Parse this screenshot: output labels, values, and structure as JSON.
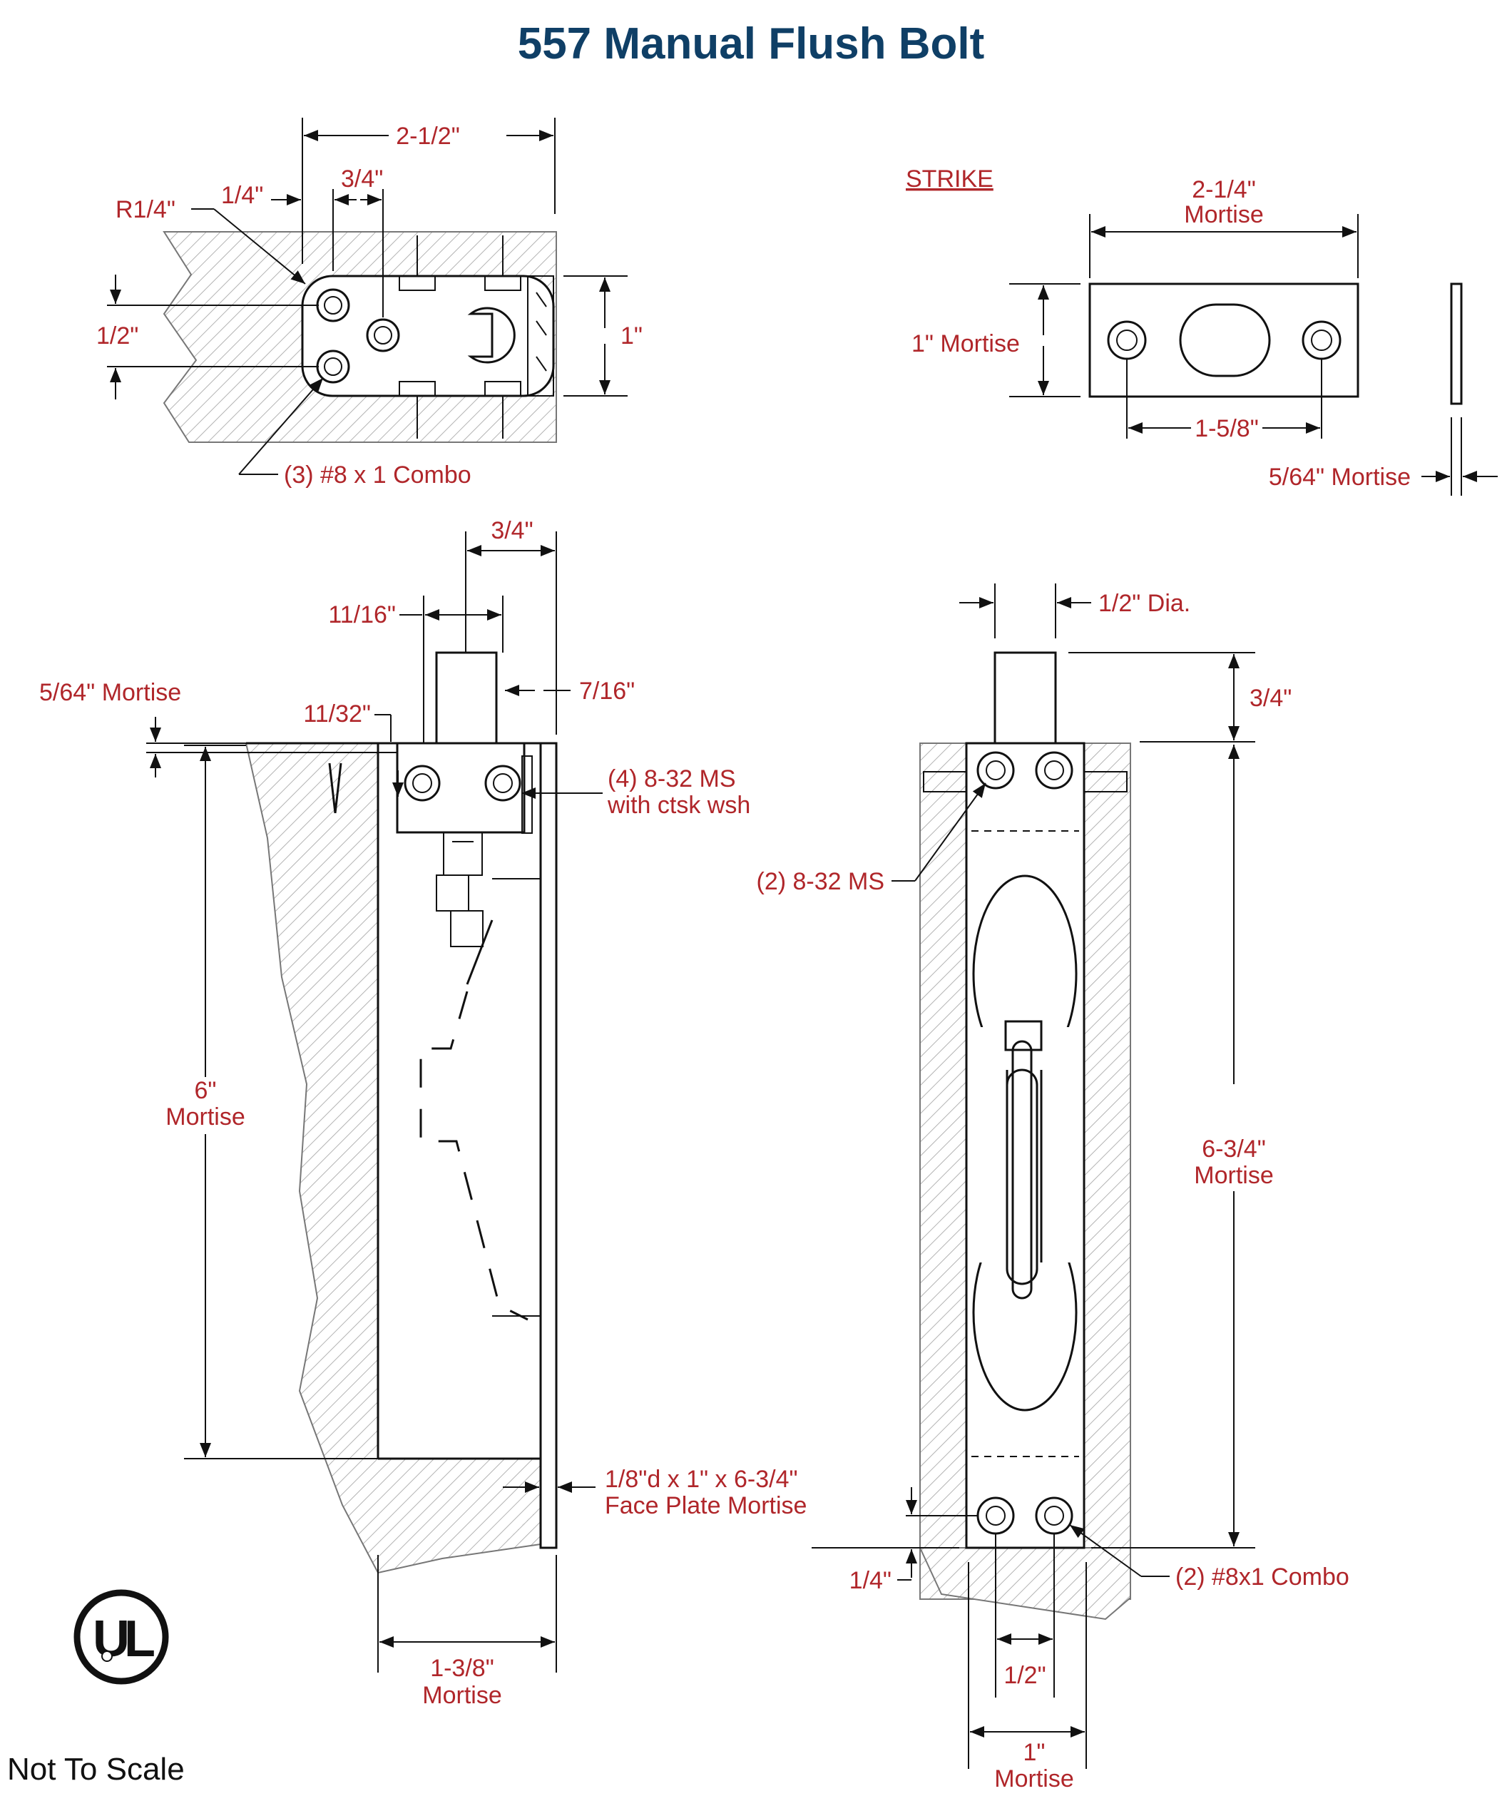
{
  "title": "557 Manual Flush Bolt",
  "colors": {
    "title": "#0f3f66",
    "label": "#b0262a",
    "line": "#111111",
    "hatch": "#9a9a9a"
  },
  "top_view": {
    "dim_overall": "2-1/2\"",
    "dim_radius": "R1/4\"",
    "dim_quarter": "1/4\"",
    "dim_three_quarter": "3/4\"",
    "dim_half": "1/2\"",
    "dim_height": "1\"",
    "screws": "(3) #8 x 1 Combo"
  },
  "strike": {
    "heading": "STRIKE",
    "dim_width": "2-1/4\"",
    "dim_width_sub": "Mortise",
    "dim_height": "1\" Mortise",
    "dim_holes": "1-5/8\"",
    "dim_thickness": "5/64\" Mortise"
  },
  "side_view": {
    "dim_three_quarter": "3/4\"",
    "dim_11_16": "11/16\"",
    "dim_7_16": "7/16\"",
    "dim_5_64": "5/64\" Mortise",
    "dim_11_32": "11/32\"",
    "screws_line1": "(4) 8-32 MS",
    "screws_line2": "with ctsk wsh",
    "dim_depth_line1": "6\"",
    "dim_depth_line2": "Mortise",
    "face_plate_line1": "1/8\"d x 1\" x 6-3/4\"",
    "face_plate_line2": "Face Plate Mortise",
    "dim_width_line1": "1-3/8\"",
    "dim_width_line2": "Mortise"
  },
  "front_view": {
    "dim_dia": "1/2\" Dia.",
    "dim_throw": "3/4\"",
    "screws_top": "(2) 8-32 MS",
    "dim_length_line1": "6-3/4\"",
    "dim_length_line2": "Mortise",
    "dim_quarter": "1/4\"",
    "screws_bottom": "(2) #8x1 Combo",
    "dim_half": "1/2\"",
    "dim_width_line1": "1\"",
    "dim_width_line2": "Mortise"
  },
  "logo": {
    "icon": "ul-listed-logo",
    "text": "UL"
  },
  "footer_note": "Not To Scale"
}
